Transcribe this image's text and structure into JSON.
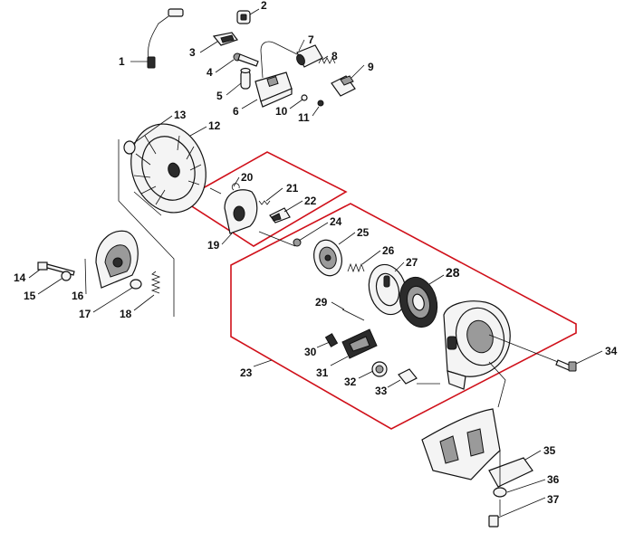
{
  "diagram": {
    "type": "exploded parts diagram",
    "callouts": [
      "1",
      "2",
      "3",
      "4",
      "5",
      "6",
      "7",
      "8",
      "9",
      "10",
      "11",
      "12",
      "13",
      "14",
      "15",
      "16",
      "17",
      "18",
      "19",
      "20",
      "21",
      "22",
      "23",
      "24",
      "25",
      "26",
      "27",
      "28",
      "29",
      "30",
      "31",
      "32",
      "33",
      "34",
      "35",
      "36",
      "37"
    ],
    "colors": {
      "highlight": "#d0101a",
      "line": "#111111",
      "part_fill": "#f4f4f4"
    }
  }
}
